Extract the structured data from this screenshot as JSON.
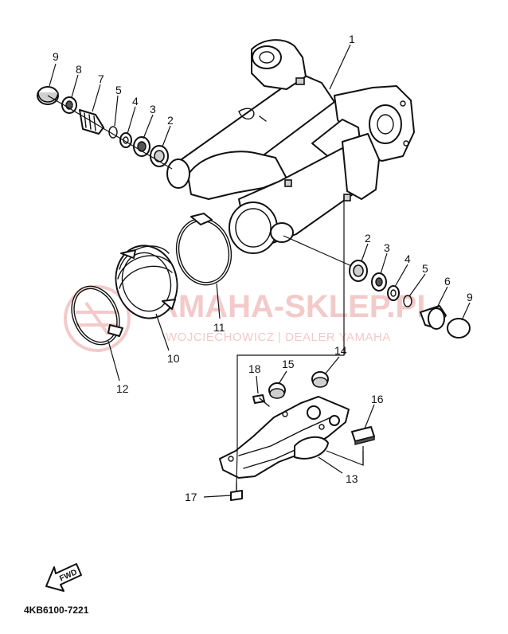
{
  "diagram": {
    "drawing_code": "4KB6100-7221",
    "direction_label": "FWD",
    "watermark": {
      "title": "YAMAHA-SKLEP.PL",
      "subtitle": "WOJCIECHOWICZ | DEALER YAMAHA"
    },
    "callouts": [
      {
        "id": "c1",
        "text": "1"
      },
      {
        "id": "c9a",
        "text": "9"
      },
      {
        "id": "c8",
        "text": "8"
      },
      {
        "id": "c7",
        "text": "7"
      },
      {
        "id": "c5a",
        "text": "5"
      },
      {
        "id": "c4a",
        "text": "4"
      },
      {
        "id": "c3a",
        "text": "3"
      },
      {
        "id": "c2a",
        "text": "2"
      },
      {
        "id": "c2b",
        "text": "2"
      },
      {
        "id": "c3b",
        "text": "3"
      },
      {
        "id": "c4b",
        "text": "4"
      },
      {
        "id": "c5b",
        "text": "5"
      },
      {
        "id": "c6",
        "text": "6"
      },
      {
        "id": "c9b",
        "text": "9"
      },
      {
        "id": "c11",
        "text": "11"
      },
      {
        "id": "c10",
        "text": "10"
      },
      {
        "id": "c12",
        "text": "12"
      },
      {
        "id": "c18",
        "text": "18"
      },
      {
        "id": "c15",
        "text": "15"
      },
      {
        "id": "c14",
        "text": "14"
      },
      {
        "id": "c16",
        "text": "16"
      },
      {
        "id": "c13",
        "text": "13"
      },
      {
        "id": "c17",
        "text": "17"
      }
    ]
  }
}
